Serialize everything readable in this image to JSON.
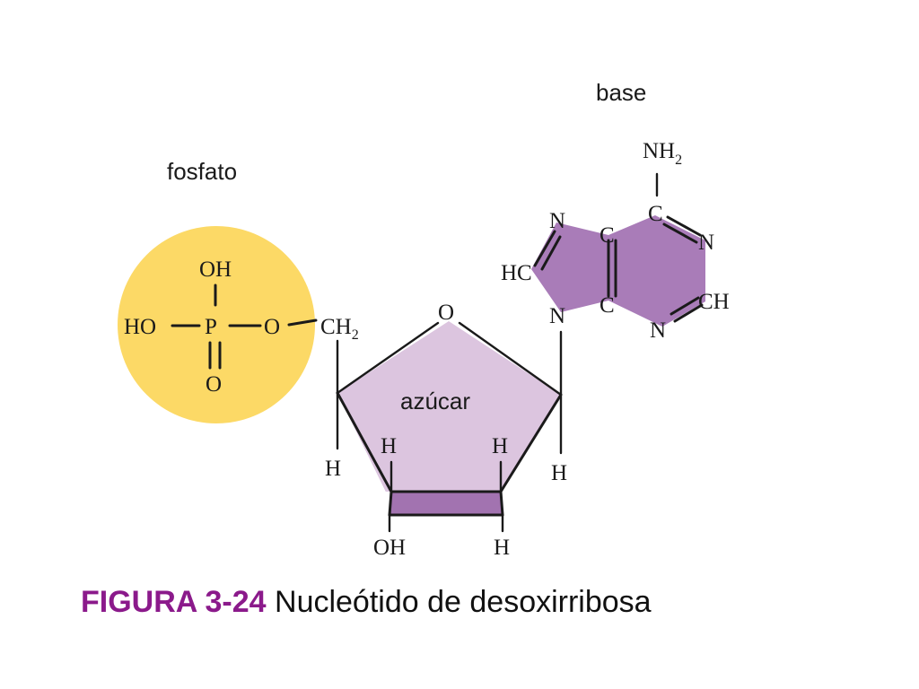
{
  "labels": {
    "base": "base",
    "fosfato": "fosfato",
    "azucar": "azúcar"
  },
  "phosphate": {
    "oh_top": "OH",
    "ho_left": "HO",
    "p": "P",
    "o_right": "O",
    "o_bottom": "O",
    "ch2": "CH",
    "ch2_sub": "2"
  },
  "sugar": {
    "ring_o": "O",
    "h_left_outer": "H",
    "h_left_inner": "H",
    "h_right_inner": "H",
    "h_right_outer": "H",
    "oh_bottom": "OH",
    "h_bottom": "H"
  },
  "base_atoms": {
    "nh2": "NH",
    "nh2_sub": "2",
    "c_top": "C",
    "n_right": "N",
    "ch_right": "CH",
    "n_bottom": "N",
    "c_lower": "C",
    "c_upper": "C",
    "n_upper_left": "N",
    "hc_left": "HC",
    "n_glyco": "N"
  },
  "caption": {
    "figure": "FIGURA 3-24",
    "text": " Nucleótido de desoxirribosa"
  },
  "colors": {
    "phosphate_fill": "#fcd966",
    "sugar_face": "#dcc5df",
    "sugar_edge": "#a273b0",
    "base_fill": "#a97cb8",
    "caption_accent": "#8b1a8b"
  }
}
